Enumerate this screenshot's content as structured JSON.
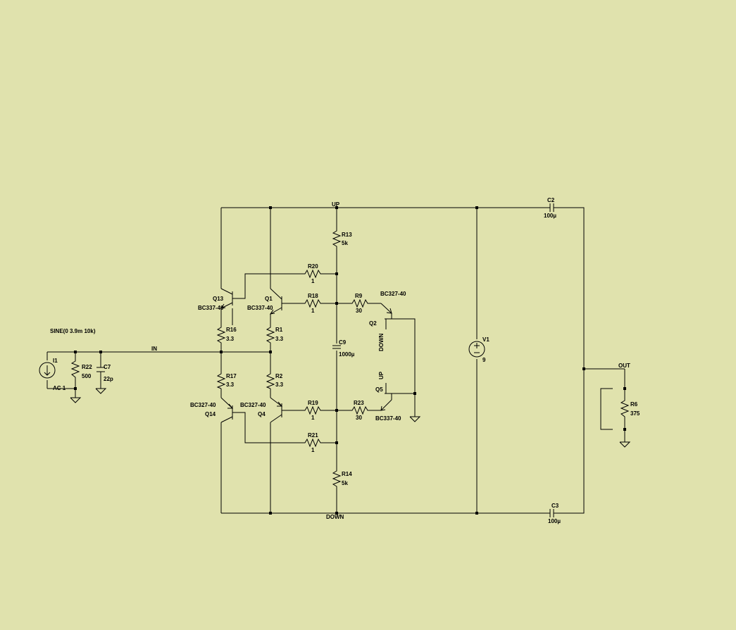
{
  "background_color": "#e0e2ad",
  "wire_color": "#000000",
  "sources": {
    "input_directive": "SINE(0 3.9m 10k)",
    "i1": {
      "name": "I1",
      "ac": "AC 1"
    },
    "v1": {
      "name": "V1",
      "value": "9"
    }
  },
  "nets": {
    "up": "UP",
    "down": "DOWN",
    "in": "IN",
    "out": "OUT"
  },
  "resistors": {
    "r22": {
      "name": "R22",
      "value": "500"
    },
    "r13": {
      "name": "R13",
      "value": "5k"
    },
    "r14": {
      "name": "R14",
      "value": "5k"
    },
    "r20": {
      "name": "R20",
      "value": "1"
    },
    "r18": {
      "name": "R18",
      "value": "1"
    },
    "r19": {
      "name": "R19",
      "value": "1"
    },
    "r21": {
      "name": "R21",
      "value": "1"
    },
    "r9": {
      "name": "R9",
      "value": "30"
    },
    "r23": {
      "name": "R23",
      "value": "30"
    },
    "r16": {
      "name": "R16",
      "value": "3.3"
    },
    "r1": {
      "name": "R1",
      "value": "3.3"
    },
    "r17": {
      "name": "R17",
      "value": "3.3"
    },
    "r2": {
      "name": "R2",
      "value": "3.3"
    },
    "r6": {
      "name": "R6",
      "value": "375"
    }
  },
  "capacitors": {
    "c7": {
      "name": "C7",
      "value": "22p"
    },
    "c9": {
      "name": "C9",
      "value": "1000µ"
    },
    "c2": {
      "name": "C2",
      "value": "100µ"
    },
    "c3": {
      "name": "C3",
      "value": "100µ"
    }
  },
  "transistors": {
    "q13": {
      "name": "Q13",
      "model": "BC337-40"
    },
    "q1": {
      "name": "Q1",
      "model": "BC337-40"
    },
    "q14": {
      "name": "Q14",
      "model": "BC327-40"
    },
    "q4": {
      "name": "Q4",
      "model": "BC327-40"
    },
    "q2": {
      "name": "Q2",
      "model": "BC327-40"
    },
    "q5": {
      "name": "Q5",
      "model": "BC337-40"
    }
  }
}
